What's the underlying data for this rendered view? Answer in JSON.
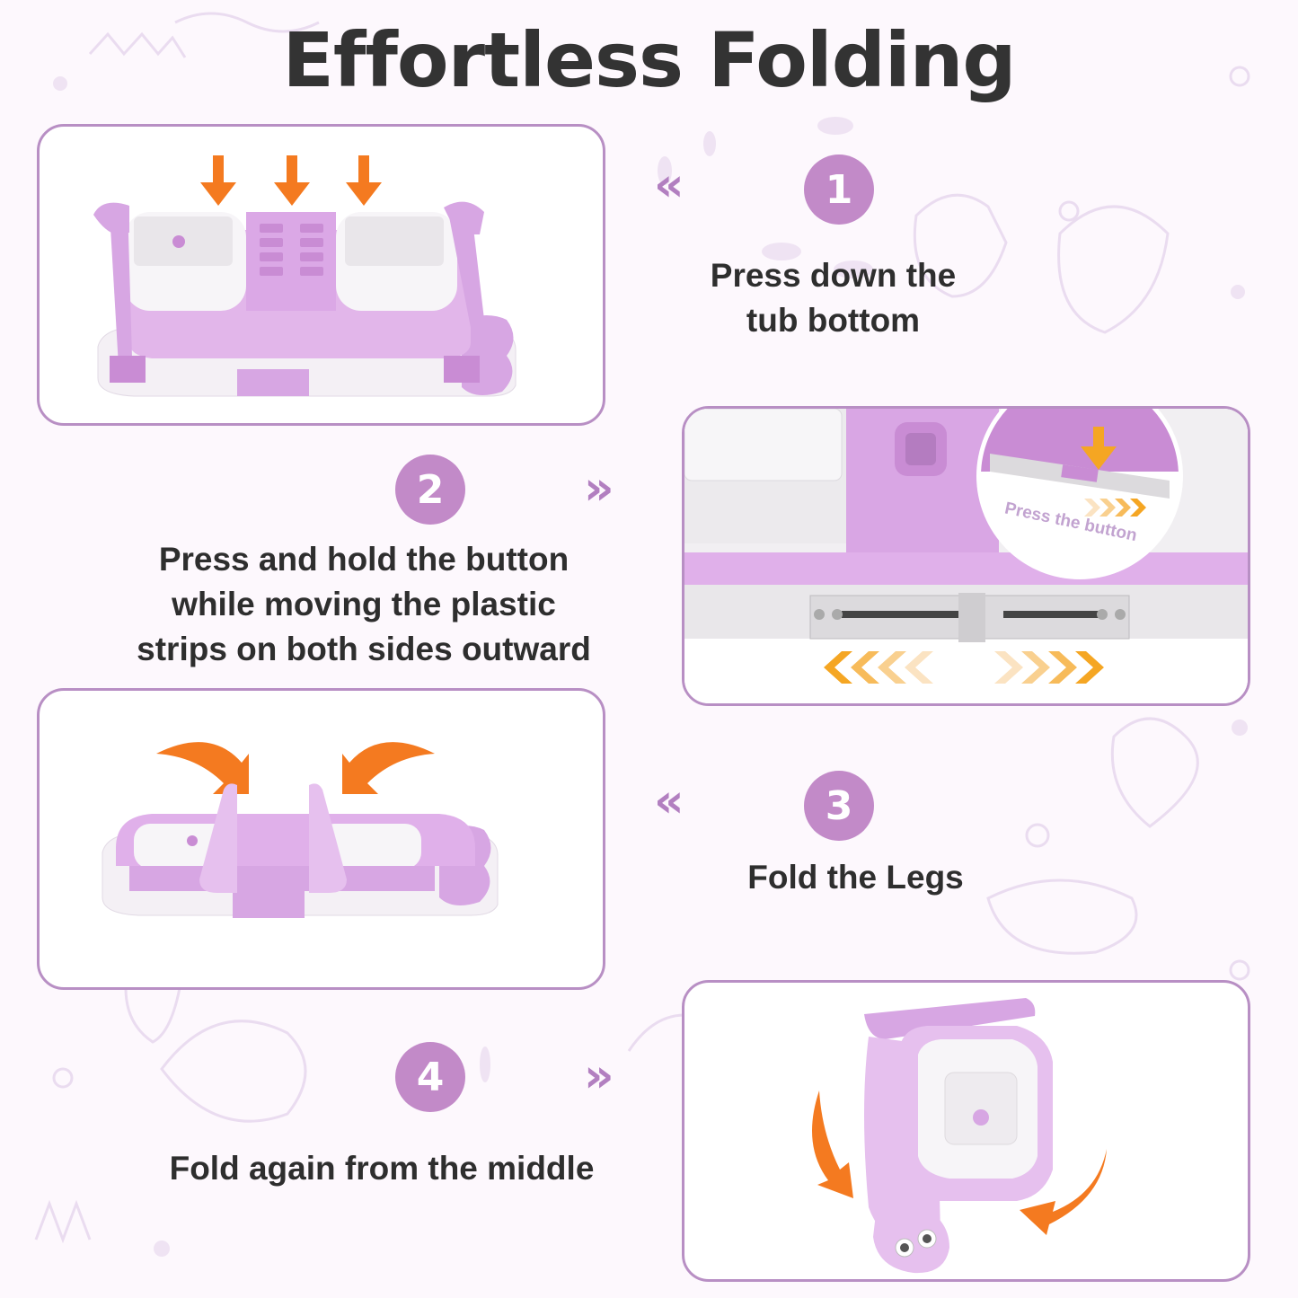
{
  "title": "Effortless Folding",
  "colors": {
    "accent_purple": "#c28ac8",
    "border_purple": "#b88fc4",
    "tub_purple": "#d7a6e3",
    "arrow_orange": "#f47a20",
    "arrow_amber": "#f5a623",
    "text_dark": "#2e2e2e",
    "background": "#fdf8fd"
  },
  "steps": [
    {
      "number": "1",
      "text_line1": "Press down the",
      "text_line2": "tub bottom",
      "chevron": "«",
      "image": "tub-pressed-down-illustration"
    },
    {
      "number": "2",
      "text_line1": "Press and hold the button",
      "text_line2": "while moving the plastic",
      "text_line3": "strips on both sides outward",
      "chevron": "»",
      "image": "button-slider-closeup",
      "callout": "Press the button"
    },
    {
      "number": "3",
      "text_line1": "Fold the Legs",
      "chevron": "«",
      "image": "legs-folding-illustration"
    },
    {
      "number": "4",
      "text_line1": "Fold again from the middle",
      "chevron": "»",
      "image": "tub-folded-in-half-illustration"
    }
  ]
}
